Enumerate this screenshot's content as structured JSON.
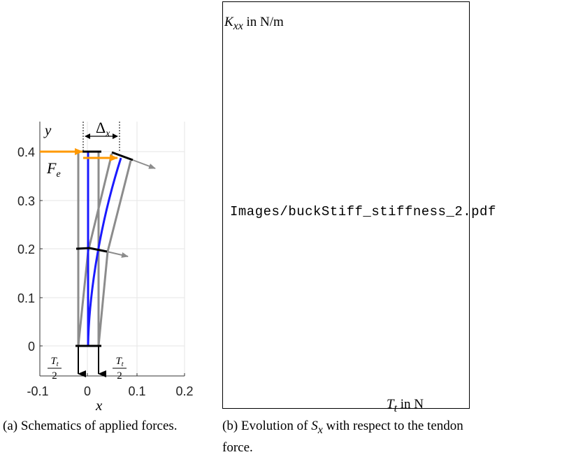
{
  "panel_a": {
    "y_label": "y",
    "x_label": "x",
    "y_ticks": [
      "0.4",
      "0.3",
      "0.2",
      "0.1",
      "0"
    ],
    "x_ticks": [
      "-0.1",
      "0",
      "0.1",
      "0.2"
    ],
    "delta_label": "Δ",
    "delta_sub": "x",
    "force_label": "F",
    "force_sub": "e",
    "tendon_num": "T",
    "tendon_num_sub": "t",
    "tendon_den": "2",
    "colors": {
      "rod": "#1a1aff",
      "frame": "#8c8c8c",
      "force": "#ff9900",
      "arrow": "#000000"
    }
  },
  "panel_b": {
    "kxx_symbol": "K",
    "kxx_sub": "xx",
    "kxx_text": " in N/m",
    "image_path": "Images/buckStiff_stiffness_2.pdf",
    "tt_symbol": "T",
    "tt_sub": "t",
    "tt_text": " in N"
  },
  "captions": {
    "a_label": "(a)",
    "a_text": " Schematics of applied forces.",
    "b_label": "(b)",
    "b_text_pre": " Evolution of ",
    "b_symbol": "S",
    "b_sub": "x",
    "b_text_post": " with respect to the tendon force."
  }
}
